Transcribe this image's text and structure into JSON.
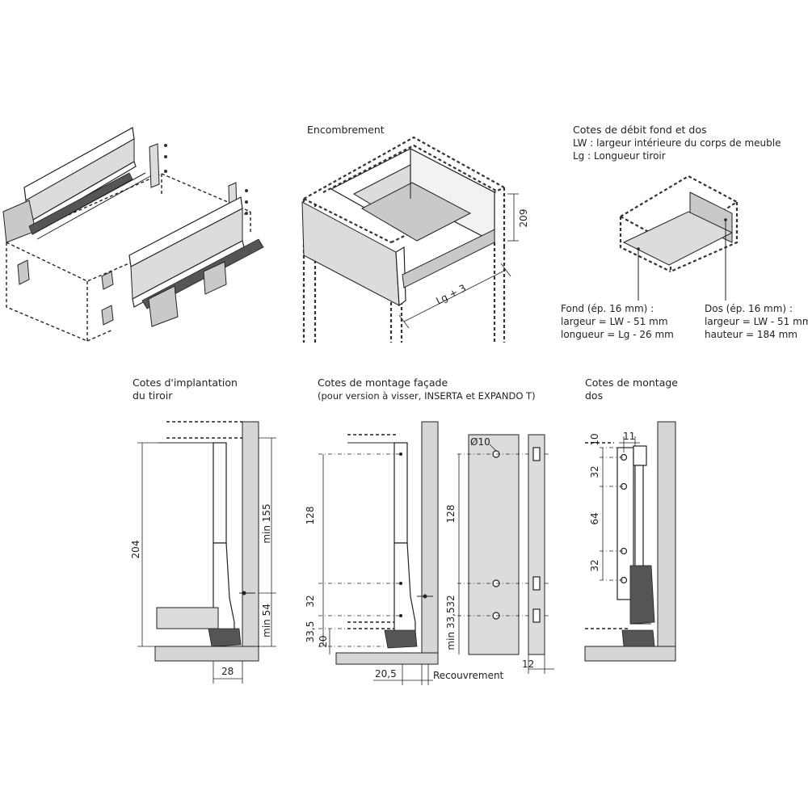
{
  "encombrement": {
    "title": "Encombrement",
    "height_dim": "209",
    "length_dim": "Lg + 3"
  },
  "debit": {
    "title": "Cotes de débit fond et dos",
    "line1": "LW : largeur intérieure du corps de meuble",
    "line2": "Lg : Longueur tiroir",
    "fond": [
      "Fond (ép. 16 mm) :",
      "largeur = LW - 51 mm",
      "longueur = Lg - 26 mm"
    ],
    "dos": [
      "Dos (ép. 16 mm) :",
      "largeur = LW - 51 mm",
      "hauteur = 184 mm"
    ]
  },
  "implantation": {
    "title_line1": "Cotes d'implantation",
    "title_line2": "du tiroir",
    "dim_204": "204",
    "dim_min155": "min 155",
    "dim_min54": "min 54",
    "dim_28": "28"
  },
  "facade": {
    "title": "Cotes de montage façade",
    "subtitle": "(pour version à visser, INSERTA et EXPANDO T)",
    "dim_128a": "128",
    "dim_32a": "32",
    "dim_33_5a": "33,5",
    "dim_20": "20",
    "dim_20_5": "20,5",
    "recouvrement": "Recouvrement",
    "dim_diam10": "Ø10",
    "dim_128b": "128",
    "dim_32b": "32",
    "dim_min33_5": "min 33,5",
    "dim_12": "12"
  },
  "dos": {
    "title_line1": "Cotes de montage",
    "title_line2": "dos",
    "dim_10": "10",
    "dim_11": "11",
    "dim_32a": "32",
    "dim_64": "64",
    "dim_32b": "32"
  }
}
